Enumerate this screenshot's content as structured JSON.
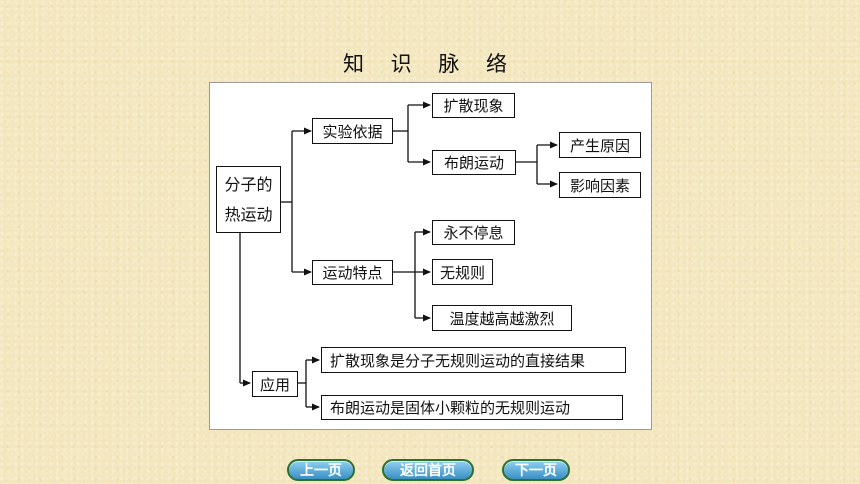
{
  "title": "知 识 脉 络",
  "diagram": {
    "root": {
      "line1": "分子的",
      "line2": "热运动"
    },
    "experimental_basis": "实验依据",
    "diffusion": "扩散现象",
    "brownian": "布朗运动",
    "cause": "产生原因",
    "factors": "影响因素",
    "motion_features": "运动特点",
    "never_stop": "永不停息",
    "irregular": "无规则",
    "temperature": "温度越高越激烈",
    "application": "应用",
    "app1": "扩散现象是分子无规则运动的直接结果",
    "app2": "布朗运动是固体小颗粒的无规则运动"
  },
  "nav": {
    "prev": "上一页",
    "home": "返回首页",
    "next": "下一页"
  }
}
